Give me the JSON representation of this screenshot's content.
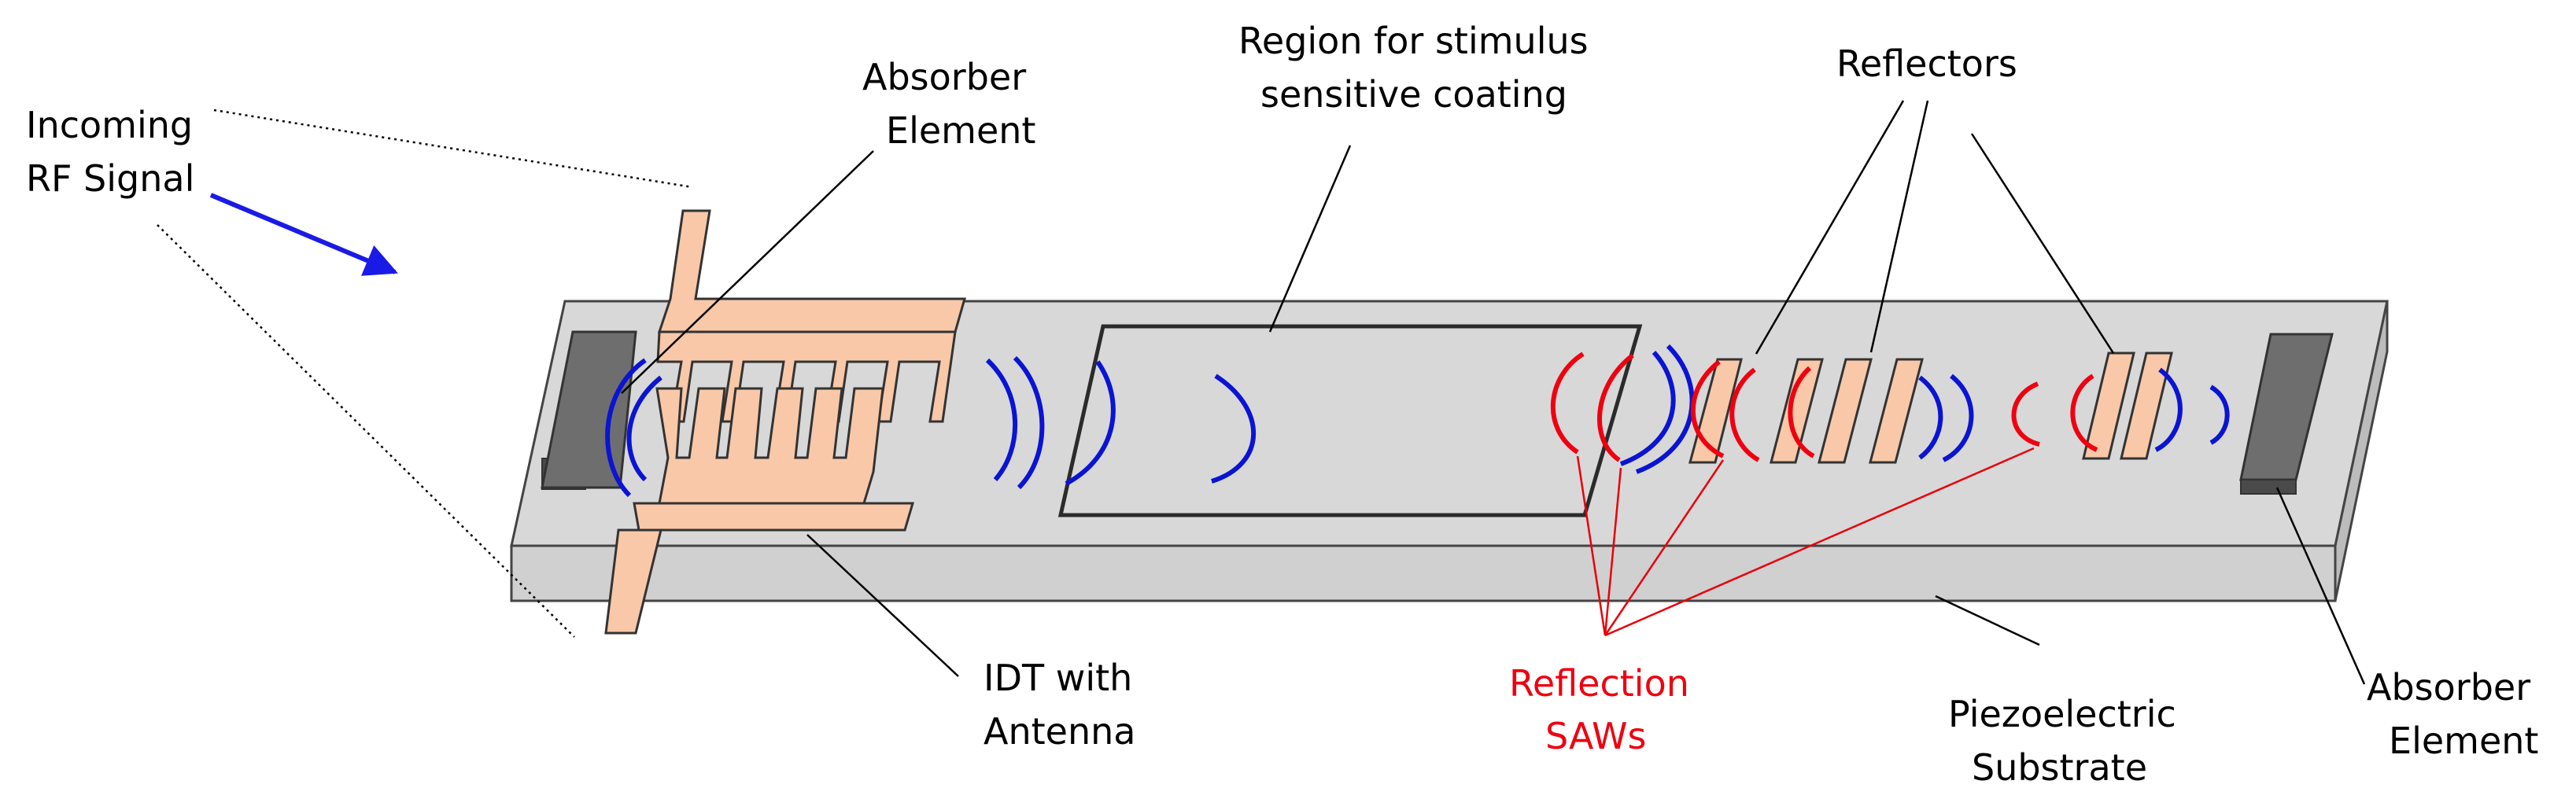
{
  "labels": {
    "incoming_rf": [
      "Incoming",
      "RF Signal"
    ],
    "absorber_left": [
      "Absorber",
      "Element"
    ],
    "region": [
      "Region for stimulus",
      "sensitive coating"
    ],
    "reflectors": "Reflectors",
    "idt": [
      "IDT with",
      "Antenna"
    ],
    "reflection_saws": [
      "Reflection",
      "SAWs"
    ],
    "piezo": [
      "Piezoelectric",
      "Substrate"
    ],
    "absorber_right": [
      "Absorber",
      "Element"
    ]
  },
  "colors": {
    "substrate_top": "#d8d8d8",
    "substrate_side": "#d0d0d0",
    "absorber": "#6e6e6e",
    "copper": "#f8c8a8",
    "wave_blue": "#0a14d2",
    "wave_red": "#ee0010",
    "arrow": "#1a1ae6"
  }
}
